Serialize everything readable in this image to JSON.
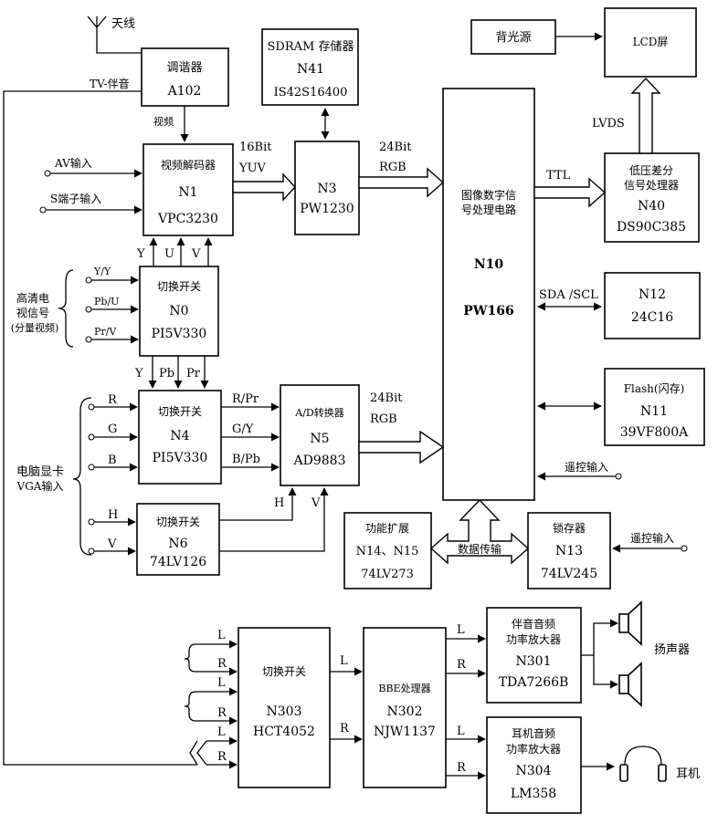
{
  "labels": {
    "antenna": "天线",
    "tv_audio": "TV-伴音",
    "video": "视频",
    "av_in": "AV输入",
    "s_in": "S端子输入",
    "hd_l1": "高清电",
    "hd_l2": "视信号",
    "hd_l3": "(分量视频)",
    "pc_l1": "电脑显卡",
    "pc_l2": "VGA输入",
    "bit16": "16Bit",
    "yuv": "YUV",
    "bit24a": "24Bit",
    "rgb_a": "RGB",
    "bit24b": "24Bit",
    "rgb_b": "RGB",
    "ttl": "TTL",
    "lvds": "LVDS",
    "sda_scl": "SDA /SCL",
    "remote_in1": "遥控输入",
    "remote_in2": "遥控输入",
    "data_transfer": "数据传输",
    "speaker": "扬声器",
    "earphone": "耳机",
    "yy": "Y/Y",
    "pbu": "Pb/U",
    "prv": "Pr/V",
    "Y1": "Y",
    "U1": "U",
    "V1": "V",
    "Y2": "Y",
    "Pb2": "Pb",
    "Pr2": "Pr",
    "R": "R",
    "G": "G",
    "B": "B",
    "H": "H",
    "V": "V",
    "rpr": "R/Pr",
    "gy": "G/Y",
    "bpb": "B/Pb",
    "H2": "H",
    "V2": "V",
    "L1": "L",
    "R1": "R",
    "L2": "L",
    "R2": "R",
    "L3": "L",
    "R3": "R",
    "Lm": "L",
    "Rm": "R",
    "Lo1": "L",
    "Ro1": "R",
    "Lo2": "L",
    "Ro2": "R"
  },
  "blocks": {
    "a102": {
      "l1": "调谐器",
      "l2": "A102"
    },
    "n1": {
      "l1": "视频解码器",
      "l2": "N1",
      "l3": "VPC3230"
    },
    "n41": {
      "l1": "SDRAM 存储器",
      "l2": "N41",
      "l3": "IS42S16400"
    },
    "n3": {
      "l1": "N3",
      "l2": "PW1230"
    },
    "n10": {
      "l1": "图像数字信",
      "l2": "号处理电路",
      "l3": "N10",
      "l4": "PW166"
    },
    "backlight": {
      "l1": "背光源"
    },
    "lcd": {
      "l1": "LCD屏"
    },
    "n40": {
      "l1": "低压差分",
      "l2": "信号处理器",
      "l3": "N40",
      "l4": "DS90C385"
    },
    "n0": {
      "l1": "切换开关",
      "l2": "N0",
      "l3": "PI5V330"
    },
    "n12": {
      "l1": "N12",
      "l2": "24C16"
    },
    "n11": {
      "l1": "Flash(闪存)",
      "l2": "N11",
      "l3": "39VF800A"
    },
    "n4": {
      "l1": "切换开关",
      "l2": "N4",
      "l3": "PI5V330"
    },
    "n5": {
      "l1": "A/D转换器",
      "l2": "N5",
      "l3": "AD9883"
    },
    "n6": {
      "l1": "切换开关",
      "l2": "N6",
      "l3": "74LV126"
    },
    "n14": {
      "l1": "功能扩展",
      "l2": "N14、N15",
      "l3": "74LV273"
    },
    "n13": {
      "l1": "锁存器",
      "l2": "N13",
      "l3": "74LV245"
    },
    "n303": {
      "l1": "切换开关",
      "l2": "N303",
      "l3": "HCT4052"
    },
    "n302": {
      "l1": "BBE处理器",
      "l2": "N302",
      "l3": "NJW1137"
    },
    "n301": {
      "l1": "伴音音频",
      "l2": "功率放大器",
      "l3": "N301",
      "l4": "TDA7266B"
    },
    "n304": {
      "l1": "耳机音频",
      "l2": "功率放大器",
      "l3": "N304",
      "l4": "LM358"
    }
  }
}
